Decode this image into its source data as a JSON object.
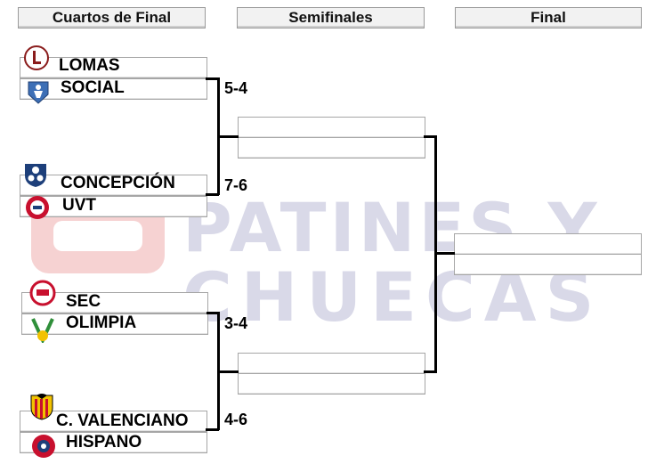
{
  "rounds": {
    "quarterfinals": "Cuartos de Final",
    "semifinals": "Semifinales",
    "final": "Final"
  },
  "watermark": {
    "line1": "PATINES Y",
    "line2": "CHUECAS"
  },
  "matches": [
    {
      "team1": "LOMAS",
      "team2": "SOCIAL",
      "score": "5-4"
    },
    {
      "team1": "CONCEPCIÓN",
      "team2": "UVT",
      "score": "7-6"
    },
    {
      "team1": "SEC",
      "team2": "OLIMPIA",
      "score": "3-4"
    },
    {
      "team1": "C. VALENCIANO",
      "team2": "HISPANO",
      "score": "4-6"
    }
  ],
  "logo_icons": [
    "lomas-crest-icon",
    "social-crest-icon",
    "concepcion-crest-icon",
    "uvt-crest-icon",
    "sec-crest-icon",
    "olimpia-crest-icon",
    "valenciano-crest-icon",
    "hispano-crest-icon"
  ],
  "colors": {
    "watermark_text": "#d9d9e8",
    "watermark_logo": "#f6d2d2",
    "connector": "#000000"
  }
}
